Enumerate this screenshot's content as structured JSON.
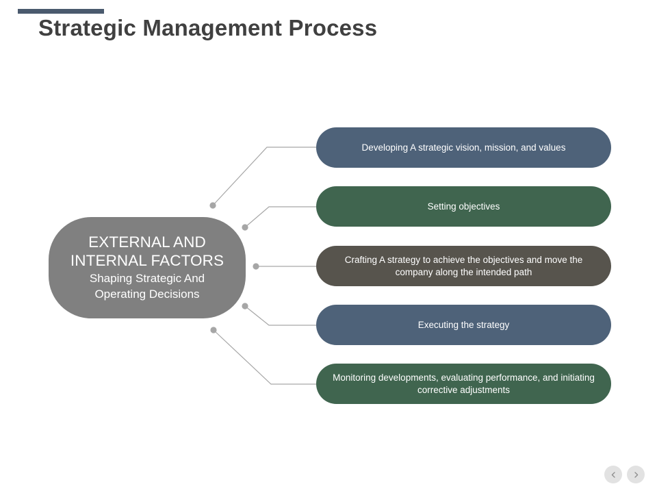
{
  "slide": {
    "title": "Strategic Management Process",
    "accent_color": "#4a5a6e",
    "background": "#ffffff"
  },
  "central_node": {
    "name": "external-and-internal-factors",
    "title_line_1": "EXTERNAL AND",
    "title_line_2": "INTERNAL FACTORS",
    "subtitle_line_1": "Shaping Strategic And",
    "subtitle_line_2": "Operating Decisions",
    "color": "#808080",
    "text_color": "#ffffff"
  },
  "steps": [
    {
      "index": 1,
      "label": "Developing A strategic vision, mission, and values",
      "color": "#4e6279"
    },
    {
      "index": 2,
      "label": "Setting objectives",
      "color": "#40654f"
    },
    {
      "index": 3,
      "label": "Crafting A strategy to achieve the objectives and move the company along the intended path",
      "color": "#57544d"
    },
    {
      "index": 4,
      "label": "Executing the strategy",
      "color": "#4e6279"
    },
    {
      "index": 5,
      "label": "Monitoring developments, evaluating performance, and initiating corrective adjustments",
      "color": "#40654f"
    }
  ],
  "connectors": {
    "line_color": "#a6a6a6",
    "dot_color": "#a6a6a6",
    "count": 5
  },
  "nav": {
    "previous_icon": "chevron-left-icon",
    "next_icon": "chevron-right-icon",
    "button_color": "#e2e2e2",
    "chevron_color": "#8c8c8c"
  }
}
